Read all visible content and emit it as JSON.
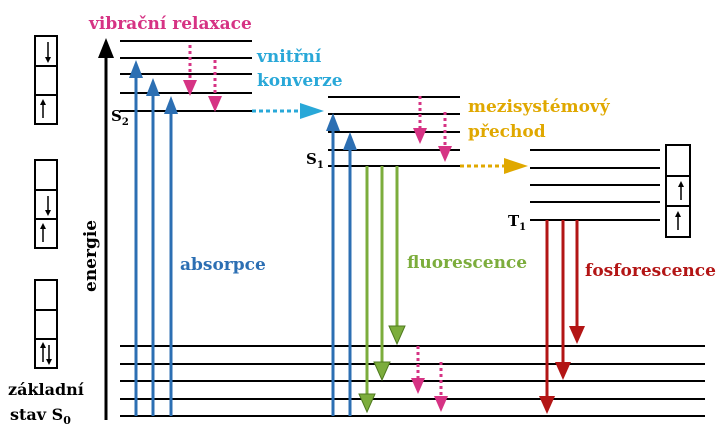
{
  "labels": {
    "vibrational_relaxation": "vibrační relaxace",
    "internal_conversion_1": "vnitřní",
    "internal_conversion_2": "konverze",
    "intersystem_crossing_1": "mezisystémový",
    "intersystem_crossing_2": "přechod",
    "absorption": "absorpce",
    "fluorescence": "fluorescence",
    "phosphorescence": "fosforescence",
    "energy_axis": "energie",
    "ground_state_1": "základní",
    "ground_state_2": "stav S",
    "ground_state_sub": "0",
    "s2_main": "S",
    "s2_sub": "2",
    "s1_main": "S",
    "s1_sub": "1",
    "t1_main": "T",
    "t1_sub": "1"
  },
  "colors": {
    "vibrational_relaxation": "#d63384",
    "internal_conversion": "#29a8d8",
    "intersystem_crossing": "#e0a800",
    "absorption": "#2c6fb3",
    "fluorescence": "#7cad3c",
    "phosphorescence": "#b31515",
    "lines": "#000000"
  }
}
